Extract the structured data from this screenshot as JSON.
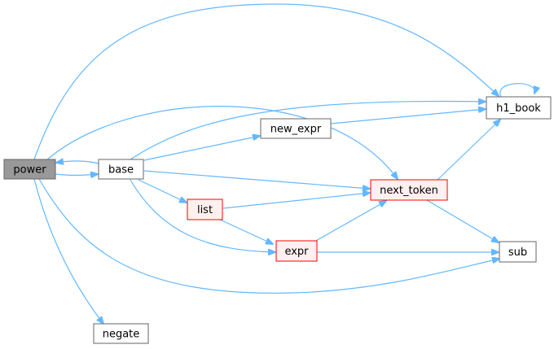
{
  "nodes": {
    "power": {
      "label": "power",
      "style": "current"
    },
    "base": {
      "label": "base",
      "style": "normal"
    },
    "negate": {
      "label": "negate",
      "style": "normal"
    },
    "new_expr": {
      "label": "new_expr",
      "style": "normal"
    },
    "list": {
      "label": "list",
      "style": "red"
    },
    "expr": {
      "label": "expr",
      "style": "red"
    },
    "next_token": {
      "label": "next_token",
      "style": "red"
    },
    "h1_book": {
      "label": "h1_book",
      "style": "normal"
    },
    "sub": {
      "label": "sub",
      "style": "normal"
    }
  },
  "edges": [
    [
      "power",
      "base"
    ],
    [
      "power",
      "h1_book"
    ],
    [
      "power",
      "next_token"
    ],
    [
      "power",
      "sub"
    ],
    [
      "power",
      "negate"
    ],
    [
      "base",
      "power"
    ],
    [
      "base",
      "h1_book"
    ],
    [
      "base",
      "new_expr"
    ],
    [
      "base",
      "next_token"
    ],
    [
      "base",
      "list"
    ],
    [
      "base",
      "expr"
    ],
    [
      "new_expr",
      "h1_book"
    ],
    [
      "list",
      "next_token"
    ],
    [
      "list",
      "expr"
    ],
    [
      "expr",
      "next_token"
    ],
    [
      "expr",
      "sub"
    ],
    [
      "next_token",
      "h1_book"
    ],
    [
      "next_token",
      "sub"
    ],
    [
      "h1_book",
      "h1_book"
    ]
  ],
  "colors": {
    "edge": "#63b8ff",
    "current_fill": "#999999",
    "current_stroke": "#666666",
    "normal_fill": "#ffffff",
    "normal_stroke": "#666666",
    "red_fill": "#fff0f0",
    "red_stroke": "#ff0000"
  }
}
